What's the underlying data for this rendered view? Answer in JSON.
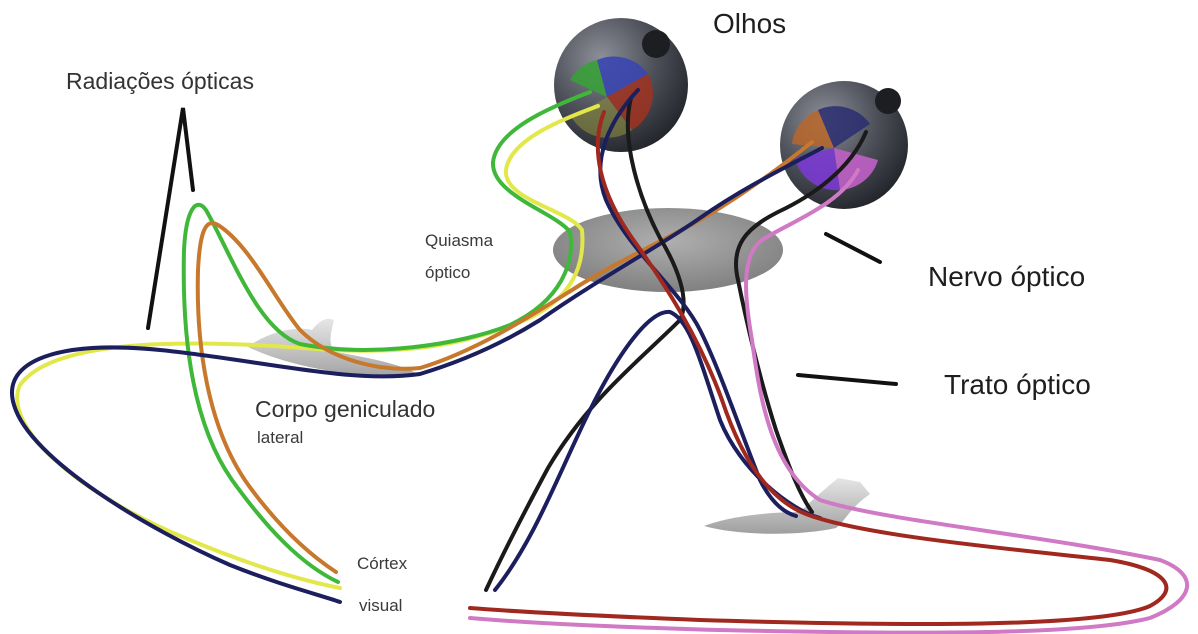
{
  "labels": {
    "eyes": "Olhos",
    "optic_radiations": "Radiações ópticas",
    "chiasm_line1": "Quiasma",
    "chiasm_line2": "óptico",
    "optic_nerve": "Nervo óptico",
    "optic_tract": "Trato óptico",
    "lgn_line1": "Corpo geniculado",
    "lgn_line2": "lateral",
    "cortex_line1": "Córtex",
    "cortex_line2": "visual"
  },
  "colors": {
    "green_fiber": "#3fb83a",
    "yellow_fiber": "#e2e84a",
    "orange_fiber": "#c8782c",
    "navy_fiber": "#1c1f5e",
    "dark_fiber": "#1a1a1a",
    "red_fiber": "#a0281e",
    "pink_fiber": "#d079c4",
    "eyeball": "#4a4d55",
    "structure_gray": "#8c8c8c"
  }
}
